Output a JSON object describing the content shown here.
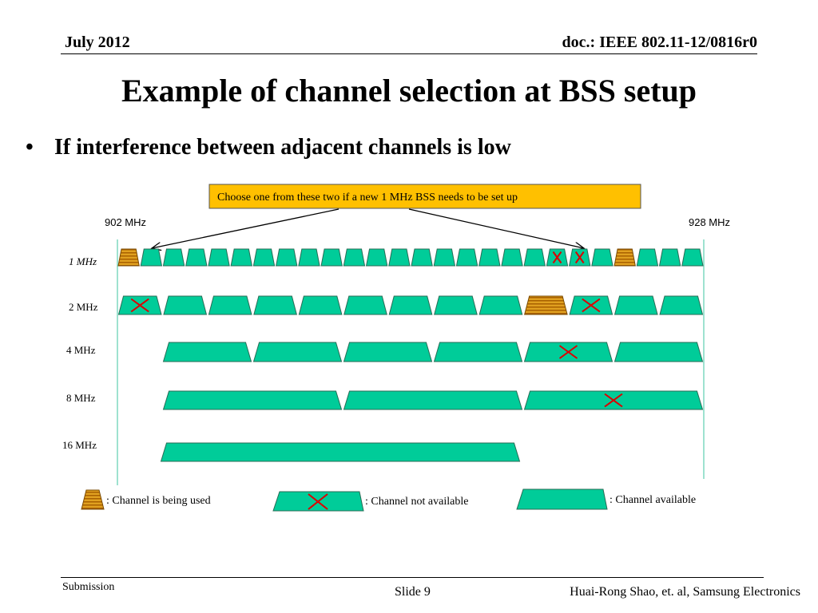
{
  "header": {
    "date": "July 2012",
    "doc": "doc.: IEEE 802.11-12/0816r0"
  },
  "title": "Example of channel selection at BSS setup",
  "bullet": "If interference between adjacent channels is low",
  "callout": "Choose one from these two if a new 1 MHz BSS needs to be set up",
  "freq_start": "902 MHz",
  "freq_end": "928  MHz",
  "rows": [
    {
      "label": "1 MHz",
      "count": 26,
      "status": {
        "0": "used",
        "19": "unavailable",
        "20": "unavailable",
        "22": "used"
      }
    },
    {
      "label": "2 MHz",
      "count": 13,
      "status": {
        "0": "unavailable",
        "9": "used",
        "10": "unavailable"
      }
    },
    {
      "label": "4 MHz",
      "count": 6,
      "status": {
        "4": "unavailable"
      }
    },
    {
      "label": "8 MHz",
      "count": 3,
      "status": {
        "2": "unavailable"
      }
    },
    {
      "label": "16 MHz",
      "count": 1,
      "status": {}
    }
  ],
  "legend": {
    "used": ": Channel is being used",
    "unavailable": ": Channel not available",
    "available": ": Channel available"
  },
  "colors": {
    "available": "#00cc99",
    "used": "#e0a020",
    "cross": "#dd0000",
    "callout_bg": "#ffc000"
  },
  "footer": {
    "left": "Submission",
    "slide": "Slide 9",
    "author": "Huai-Rong Shao, et. al, Samsung Electronics"
  }
}
